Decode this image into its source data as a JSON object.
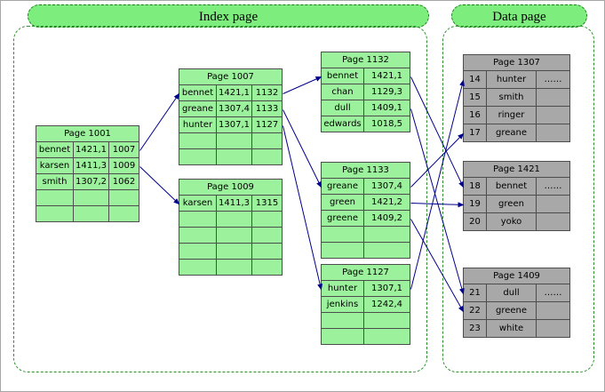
{
  "banners": {
    "index_label": "Index page",
    "data_label": "Data page"
  },
  "pages": [
    {
      "id": "p1001",
      "title": "Page 1001",
      "kind": "index",
      "rows": [
        [
          "bennet",
          "1421,1",
          "1007"
        ],
        [
          "karsen",
          "1411,3",
          "1009"
        ],
        [
          "smith",
          "1307,2",
          "1062"
        ],
        [
          "",
          "",
          ""
        ],
        [
          "",
          "",
          ""
        ]
      ]
    },
    {
      "id": "p1007",
      "title": "Page 1007",
      "kind": "index",
      "rows": [
        [
          "bennet",
          "1421,1",
          "1132"
        ],
        [
          "greane",
          "1307,4",
          "1133"
        ],
        [
          "hunter",
          "1307,1",
          "1127"
        ],
        [
          "",
          "",
          ""
        ],
        [
          "",
          "",
          ""
        ]
      ]
    },
    {
      "id": "p1009",
      "title": "Page 1009",
      "kind": "index",
      "rows": [
        [
          "karsen",
          "1411,3",
          "1315"
        ],
        [
          "",
          "",
          ""
        ],
        [
          "",
          "",
          ""
        ],
        [
          "",
          "",
          ""
        ],
        [
          "",
          "",
          ""
        ]
      ]
    },
    {
      "id": "p1132",
      "title": "Page 1132",
      "kind": "index",
      "rows": [
        [
          "bennet",
          "1421,1"
        ],
        [
          "chan",
          "1129,3"
        ],
        [
          "dull",
          "1409,1"
        ],
        [
          "edwards",
          "1018,5"
        ]
      ]
    },
    {
      "id": "p1133",
      "title": "Page 1133",
      "kind": "index",
      "rows": [
        [
          "greane",
          "1307,4"
        ],
        [
          "green",
          "1421,2"
        ],
        [
          "greene",
          "1409,2"
        ],
        [
          "",
          ""
        ],
        [
          "",
          ""
        ]
      ]
    },
    {
      "id": "p1127",
      "title": "Page 1127",
      "kind": "index",
      "rows": [
        [
          "hunter",
          "1307,1"
        ],
        [
          "jenkins",
          "1242,4"
        ],
        [
          "",
          ""
        ],
        [
          "",
          ""
        ]
      ]
    },
    {
      "id": "p1307",
      "title": "Page 1307",
      "kind": "data",
      "rows": [
        [
          "14",
          "hunter",
          "……"
        ],
        [
          "15",
          "smith",
          ""
        ],
        [
          "16",
          "ringer",
          ""
        ],
        [
          "17",
          "greane",
          ""
        ]
      ]
    },
    {
      "id": "p1421",
      "title": "Page 1421",
      "kind": "data",
      "rows": [
        [
          "18",
          "bennet",
          "……"
        ],
        [
          "19",
          "green",
          ""
        ],
        [
          "20",
          "yoko",
          ""
        ]
      ]
    },
    {
      "id": "p1409",
      "title": "Page 1409",
      "kind": "data",
      "rows": [
        [
          "21",
          "dull",
          "……"
        ],
        [
          "22",
          "greene",
          ""
        ],
        [
          "23",
          "white",
          ""
        ]
      ]
    }
  ],
  "connections": [
    {
      "from": "p1001:0",
      "to": "p1007:0"
    },
    {
      "from": "p1001:1",
      "to": "p1009:0"
    },
    {
      "from": "p1007:0",
      "to": "p1132:0"
    },
    {
      "from": "p1007:1",
      "to": "p1133:0"
    },
    {
      "from": "p1007:2",
      "to": "p1127:0"
    },
    {
      "from": "p1132:0",
      "to": "p1421:0"
    },
    {
      "from": "p1132:2",
      "to": "p1409:0"
    },
    {
      "from": "p1133:0",
      "to": "p1307:3"
    },
    {
      "from": "p1133:1",
      "to": "p1421:1"
    },
    {
      "from": "p1133:2",
      "to": "p1409:1"
    },
    {
      "from": "p1127:0",
      "to": "p1307:0"
    }
  ],
  "colors": {
    "index_fill": "#9cf29c",
    "data_fill": "#a8a8a8",
    "banner_fill": "#7ded7d",
    "arrow": "#00008b"
  }
}
